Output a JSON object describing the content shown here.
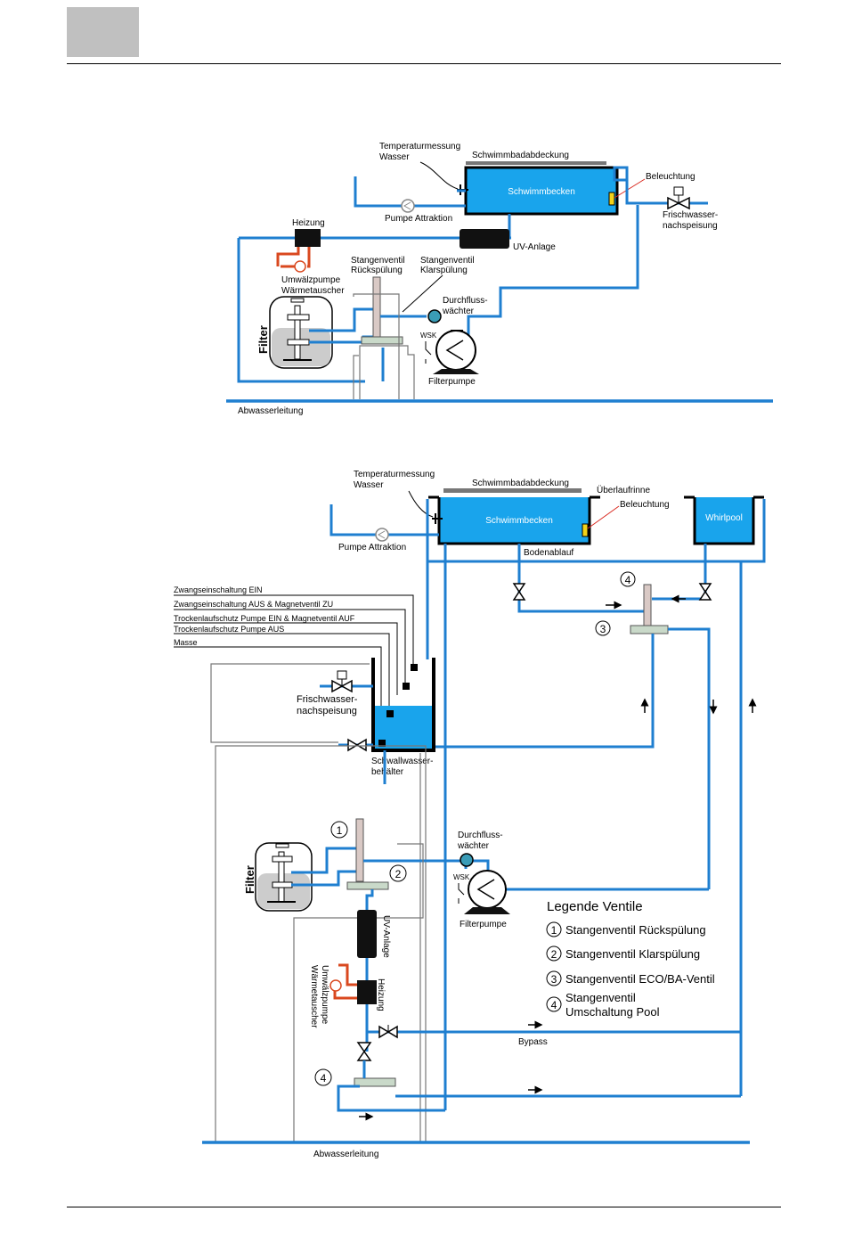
{
  "upper": {
    "temp_label": [
      "Temperaturmessung",
      "Wasser"
    ],
    "cover": "Schwimmbadabdeckung",
    "pool": "Schwimmbecken",
    "light": "Beleuchtung",
    "fresh": [
      "Frischwasser-",
      "nachspeisung"
    ],
    "pump_attr": "Pumpe Attraktion",
    "heater": "Heizung",
    "uv": "UV-Anlage",
    "circ_pump": [
      "Umwälzpumpe",
      "Wärmetauscher"
    ],
    "valve_back": [
      "Stangenventil",
      "Rückspülung"
    ],
    "valve_clear": [
      "Stangenventil",
      "Klarspülung"
    ],
    "flow": [
      "Durchfluss-",
      "wächter"
    ],
    "wsk": "WSK",
    "filter": "Filter",
    "filter_pump": "Filterpumpe",
    "waste": "Abwasserleitung"
  },
  "lower": {
    "temp_label": [
      "Temperaturmessung",
      "Wasser"
    ],
    "cover": "Schwimmbadabdeckung",
    "overflow": "Überlaufrinne",
    "pool": "Schwimmbecken",
    "light": "Beleuchtung",
    "whirlpool": "Whirlpool",
    "bottom_drain": "Bodenablauf",
    "pump_attr": "Pumpe Attraktion",
    "signals": [
      "Zwangseinschaltung EIN",
      "Zwangseinschaltung AUS & Magnetventil ZU",
      "Trockenlaufschutz Pumpe EIN & Magnetventil AUF",
      "Trockenlaufschutz Pumpe AUS",
      "Masse"
    ],
    "fresh": [
      "Frischwasser-",
      "nachspeisung"
    ],
    "tank": [
      "Schwallwasser-",
      "behälter"
    ],
    "flow": [
      "Durchfluss-",
      "wächter"
    ],
    "wsk": "WSK",
    "filter": "Filter",
    "filter_pump": "Filterpumpe",
    "uv": "UV-Anlage",
    "heater": "Heizung",
    "circ_pump": [
      "Umwälzpumpe",
      "Wärmetauscher"
    ],
    "bypass": "Bypass",
    "waste": "Abwasserleitung",
    "legend_title": "Legende Ventile",
    "legend": [
      {
        "num": "1",
        "text": [
          "Stangenventil Rückspülung"
        ]
      },
      {
        "num": "2",
        "text": [
          "Stangenventil Klarspülung"
        ]
      },
      {
        "num": "3",
        "text": [
          "Stangenventil ECO/BA-Ventil"
        ]
      },
      {
        "num": "4",
        "text": [
          "Stangenventil",
          "Umschaltung Pool"
        ]
      }
    ],
    "markers": [
      "1",
      "2",
      "3",
      "4",
      "4"
    ]
  }
}
